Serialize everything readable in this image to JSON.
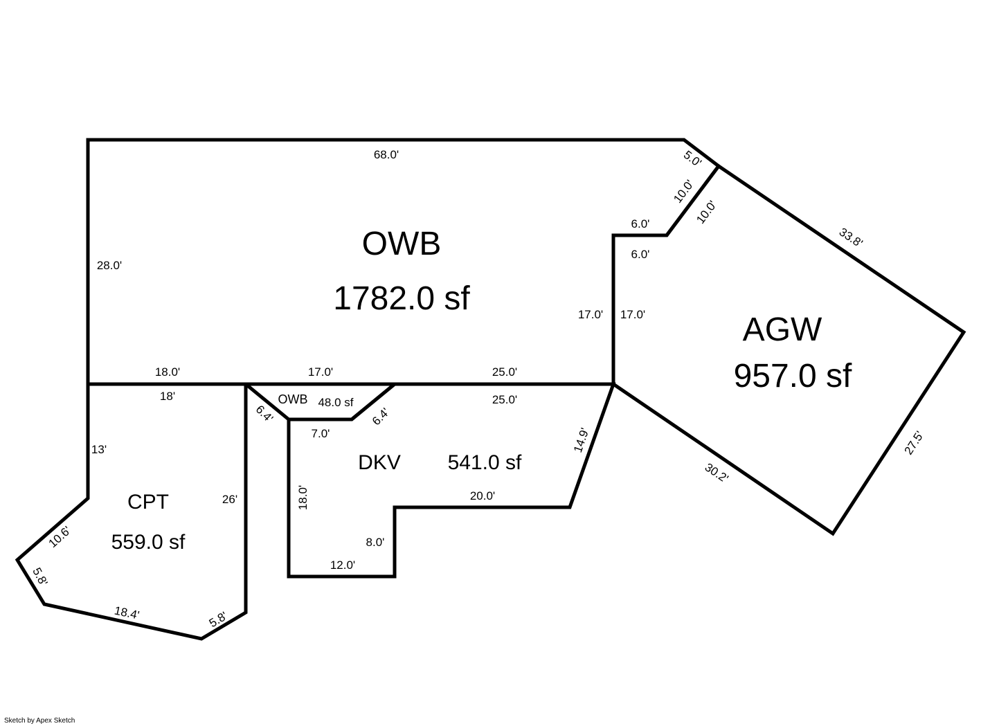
{
  "areas": {
    "owb": {
      "code": "OWB",
      "area": "1782.0 sf"
    },
    "agw": {
      "code": "AGW",
      "area": "957.0 sf"
    },
    "dkv": {
      "code": "DKV",
      "area": "541.0 sf"
    },
    "cpt": {
      "code": "CPT",
      "area": "559.0 sf"
    },
    "owb_small": {
      "code": "OWB",
      "area": "48.0 sf"
    }
  },
  "dimensions": {
    "owb_top": "68.0'",
    "owb_left": "28.0'",
    "owb_diag": "5.0'",
    "owb_diag2": "10.0'",
    "owb_step_h": "6.0'",
    "owb_step_v": "17.0'",
    "owb_bottom_a": "18.0'",
    "owb_bottom_b": "17.0'",
    "owb_bottom_c": "25.0'",
    "agw_diag": "10.0'",
    "agw_step_h": "6.0'",
    "agw_step_v": "17.0'",
    "agw_top": "33.8'",
    "agw_right": "27.5'",
    "agw_bottom": "30.2'",
    "cpt_top": "18'",
    "cpt_left": "13'",
    "cpt_right": "26'",
    "cpt_diag1": "10.6'",
    "cpt_diag2": "5.8'",
    "cpt_bottom": "18.4'",
    "cpt_diag3": "5.8'",
    "owbs_left": "6.4'",
    "owbs_right": "6.4'",
    "dkv_top": "25.0'",
    "dkv_inner_top": "7.0'",
    "dkv_left": "18.0'",
    "dkv_bottom": "12.0'",
    "dkv_step_v": "8.0'",
    "dkv_step_h": "20.0'",
    "dkv_diag": "14.9'"
  },
  "credit": "Sketch by Apex Sketch"
}
